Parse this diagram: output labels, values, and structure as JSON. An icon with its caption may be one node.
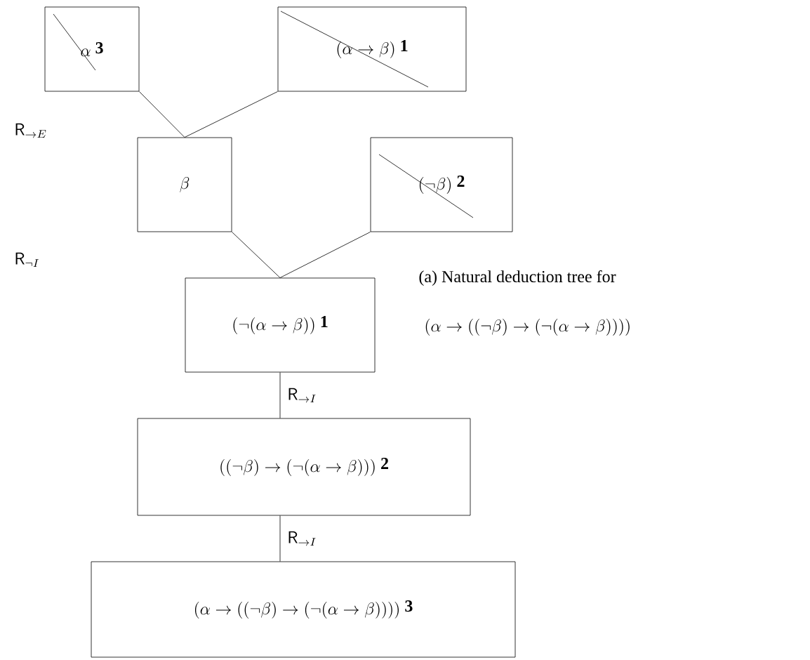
{
  "diagram": {
    "caption": "(a) Natural deduction tree for",
    "nodes": [
      {
        "text": [
          "\\alpha",
          "3"
        ]
      },
      {
        "text": [
          "(\\alpha \\to \\beta)",
          "1"
        ]
      },
      {
        "text": [
          "\\beta"
        ]
      },
      {
        "text": [
          "(\\neg\\beta)",
          "2"
        ]
      },
      {
        "text": [
          "(\\neg(\\alpha \\to \\beta))",
          "1"
        ]
      },
      {
        "text": [
          "((\\neg\\beta) \\to (\\neg(\\alpha \\to \\beta)))",
          "2"
        ]
      },
      {
        "text": [
          "(\\alpha \\to ((\\neg\\beta) \\to (\\neg(\\alpha \\to \\beta))))",
          "3"
        ]
      }
    ],
    "edges": [
      {
        "from": 0,
        "to": 2,
        "arrow": "none"
      },
      {
        "from": 1,
        "to": 2,
        "arrow": "none"
      },
      {
        "from": 2,
        "to": 4,
        "arrow": "none"
      },
      {
        "from": 3,
        "to": 4,
        "arrow": "none"
      },
      {
        "from": 4,
        "to": 5,
        "arrow": "none",
        "label": "\\mathsf{R}_{\\to I}"
      },
      {
        "from": 5,
        "to": 6,
        "arrow": "none",
        "label": "\\mathsf{R}_{\\to I}"
      }
    ],
    "labels": [
      "\\mathsf{R}_{\\to E}",
      "\\mathsf{R}_{\\neg I}",
      "(\\alpha \\to ((\\neg\\beta) \\to (\\neg(\\alpha \\to \\beta))))"
    ]
  }
}
